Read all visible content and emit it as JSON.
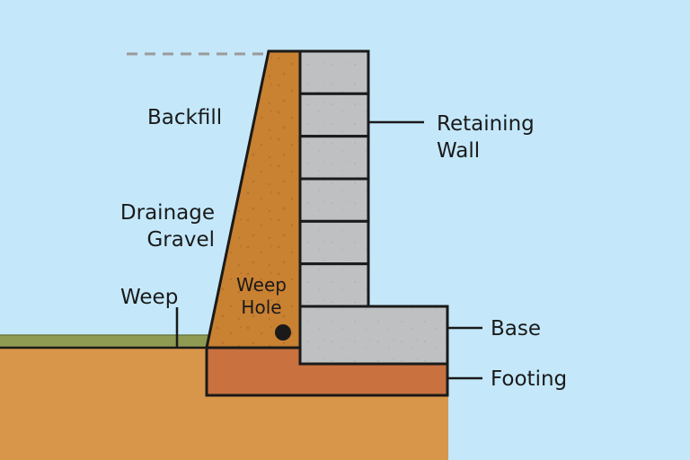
{
  "diagram": {
    "labels": {
      "backfill": "Backfill",
      "drainage_gravel_line1": "Drainage",
      "drainage_gravel_line2": "Gravel",
      "weep": "Weep",
      "weep_hole_line1": "Weep",
      "weep_hole_line2": "Hole",
      "retaining_wall_line1": "Retaining",
      "retaining_wall_line2": "Wall",
      "base": "Base",
      "footing": "Footing"
    },
    "wall_block_count": 6,
    "colors": {
      "sky": "#c4e8fa",
      "soil": "#d8964a",
      "backfill": "#c98132",
      "footing": "#c9713f",
      "concrete": "#bfc0c2",
      "grass": "#8f9a52",
      "outline": "#1a1a1a",
      "guide_dashes": "#9a9a9a"
    },
    "icons": {
      "weep_hole": "weep-hole-circle-icon"
    }
  }
}
